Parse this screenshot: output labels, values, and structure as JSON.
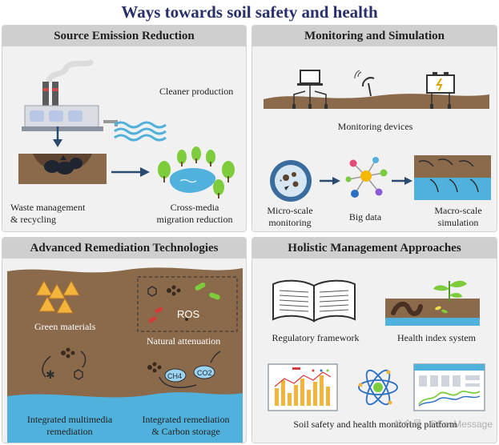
{
  "title": "Ways towards soil safety and health",
  "panels": {
    "source": {
      "heading": "Source Emission Reduction",
      "cleaner_production": "Cleaner production",
      "waste_management": [
        "Waste management",
        "& recycling"
      ],
      "cross_media": [
        "Cross-media",
        "migration reduction"
      ]
    },
    "monitoring": {
      "heading": "Monitoring and Simulation",
      "devices": "Monitoring devices",
      "micro_scale": [
        "Micro-scale",
        "monitoring"
      ],
      "big_data": "Big data",
      "macro_scale": [
        "Macro-scale",
        "simulation"
      ]
    },
    "remediation": {
      "heading": "Advanced Remediation Technologies",
      "green_materials": "Green materials",
      "ros": "ROS",
      "natural_attenuation": "Natural attenuation",
      "ch4": "CH4",
      "co2": "CO2",
      "integrated_multimedia": [
        "Integrated multimedia",
        "remediation"
      ],
      "integrated_carbon": [
        "Integrated remediation",
        "& Carbon storage"
      ]
    },
    "management": {
      "heading": "Holistic Management Approaches",
      "regulatory": "Regulatory framework",
      "health_index": "Health index system",
      "platform": "Soil safety and health monitoring platform",
      "watermark": "公众号 · PEcoMessage"
    }
  },
  "colors": {
    "title": "#27306b",
    "panel_bg": "#f1f1f1",
    "panel_header": "#cfcfcf",
    "soil": "#8b6a4c",
    "water": "#4fb1dc",
    "tree": "#7ccc3c",
    "arrow": "#2b4a6f"
  }
}
